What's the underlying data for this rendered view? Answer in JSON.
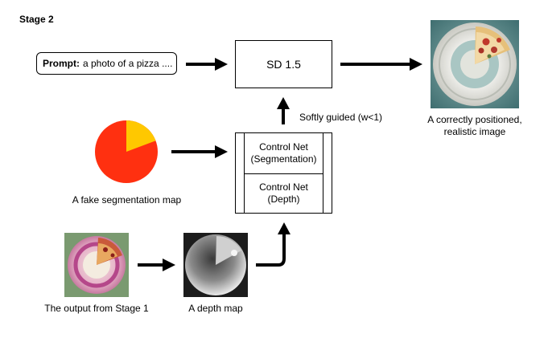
{
  "stage_title": "Stage 2",
  "prompt": {
    "label": "Prompt:",
    "text": "a photo of a pizza ...."
  },
  "sd_box": {
    "label": "SD 1.5"
  },
  "guidance_label": "Softly guided (w<1)",
  "controlnet": {
    "segmentation": [
      "Control Net",
      "(Segmentation)"
    ],
    "depth": [
      "Control Net",
      "(Depth)"
    ]
  },
  "captions": {
    "segmentation_map": "A fake segmentation map",
    "stage1_output": "The output from Stage 1",
    "depth_map": "A depth map",
    "result": [
      "A correctly positioned,",
      "realistic image"
    ]
  },
  "colors": {
    "seg_red": "#ff3010",
    "seg_yellow": "#ffc800",
    "arrow": "#000000"
  }
}
